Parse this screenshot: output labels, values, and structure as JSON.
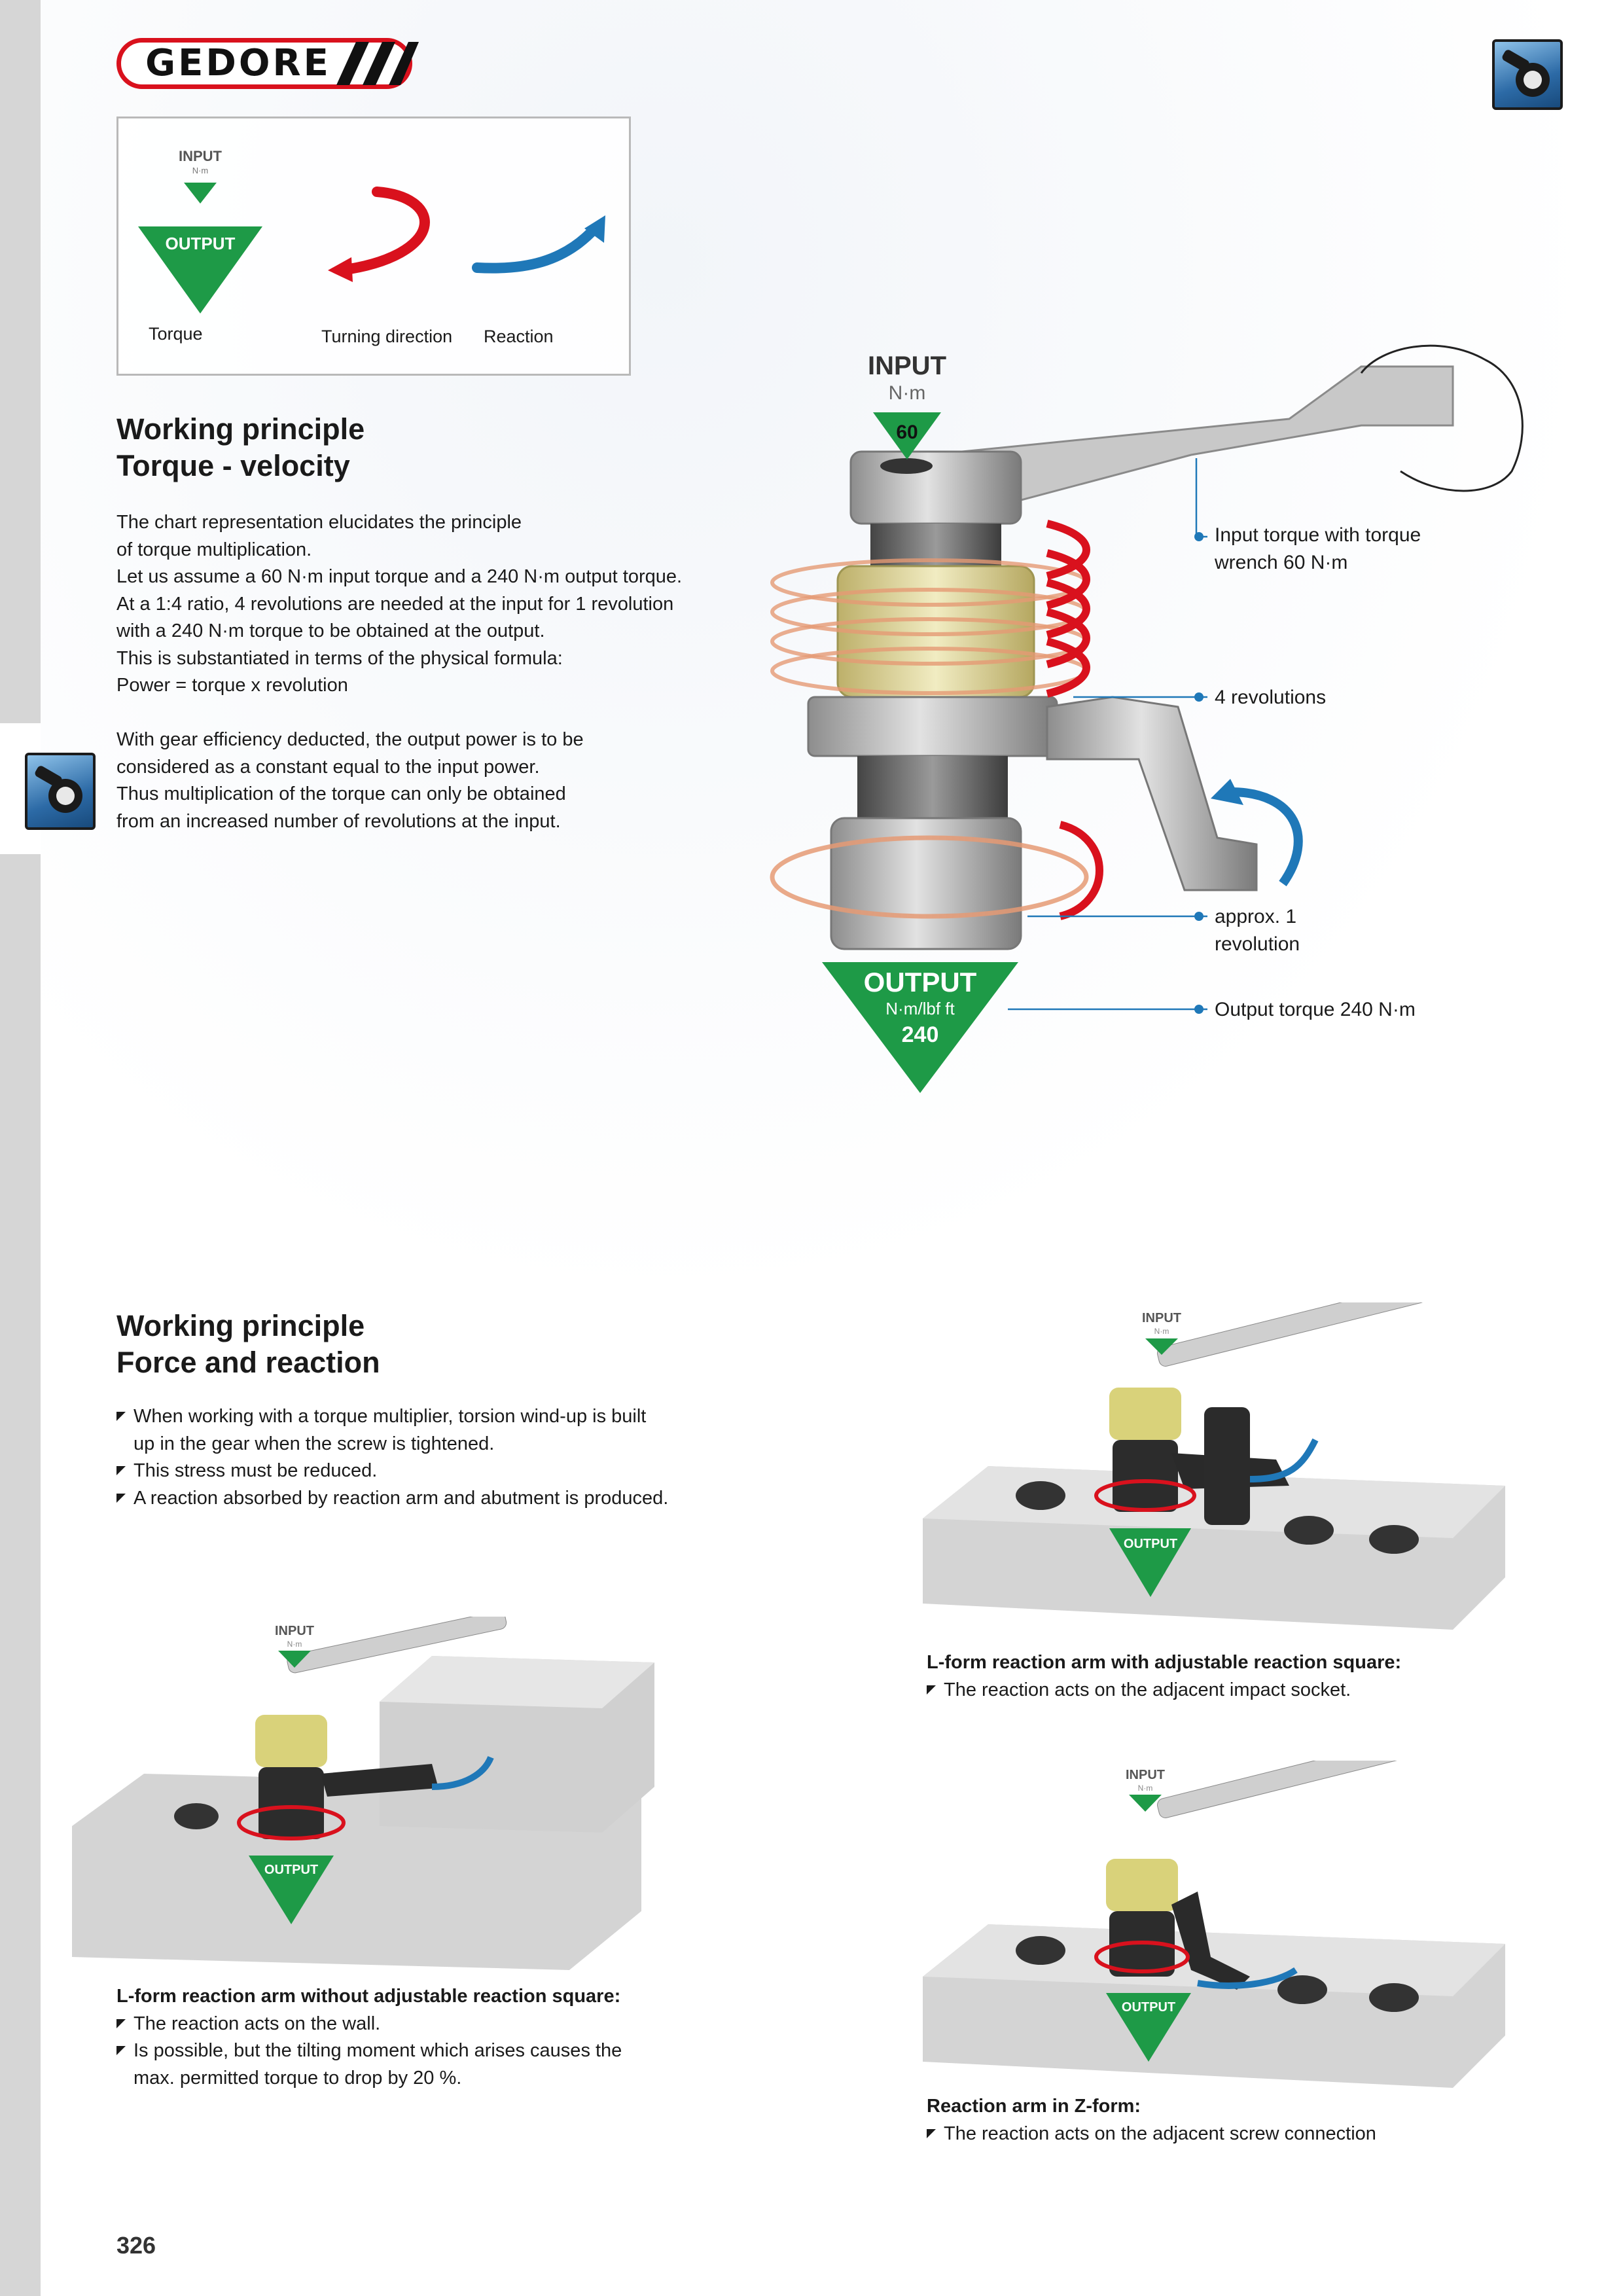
{
  "brand": {
    "logo_text": "GEDORE"
  },
  "legend": {
    "input_label": "INPUT",
    "input_unit": "N·m",
    "output_label": "OUTPUT",
    "torque_label": "Torque",
    "turning_label": "Turning direction",
    "reaction_label": "Reaction"
  },
  "section1": {
    "heading_line1": "Working principle",
    "heading_line2": "Torque - velocity",
    "paragraph1": [
      "The chart representation elucidates the principle",
      "of torque multiplication.",
      "Let us assume a 60 N·m input torque and a 240 N·m output torque.",
      "At a 1:4 ratio, 4 revolutions are needed at the input for 1 revolution",
      "with a 240 N·m torque to be obtained at the output.",
      "This is substantiated in terms of the physical formula:",
      "Power = torque x revolution"
    ],
    "paragraph2": [
      "With gear efficiency deducted, the output power is to be",
      "considered as a constant equal to the input power.",
      "Thus multiplication of the torque can only be obtained",
      "from an increased number of revolutions at the input."
    ]
  },
  "diagram": {
    "input_label": "INPUT",
    "input_unit": "N·m",
    "input_value": "60",
    "output_label": "OUTPUT",
    "output_unit": "N·m/lbf ft",
    "output_value": "240",
    "callout_input_line1": "Input torque with torque",
    "callout_input_line2": "wrench 60 N·m",
    "callout_revs": "4 revolutions",
    "callout_approx_line1": "approx. 1",
    "callout_approx_line2": "revolution",
    "callout_output": "Output torque 240 N·m"
  },
  "section2": {
    "heading_line1": "Working principle",
    "heading_line2": "Force and reaction",
    "bullets": [
      "When working with a torque multiplier, torsion wind-up is built",
      "up in the gear when the screw is tightened.",
      "This stress must be reduced.",
      "A reaction absorbed by reaction arm and abutment is produced."
    ]
  },
  "captions": {
    "lform_adjustable_title": "L-form reaction arm with adjustable reaction square:",
    "lform_adjustable_text": "The reaction acts on the adjacent impact socket.",
    "lform_wall_title": "L-form reaction arm without adjustable reaction square:",
    "lform_wall_text1": "The reaction acts on the wall.",
    "lform_wall_text2a": "Is possible, but the tilting moment which arises causes the",
    "lform_wall_text2b": "max. permitted torque to drop by 20 %.",
    "zform_title": "Reaction arm in Z-form:",
    "zform_text": "The reaction acts on the adjacent screw connection"
  },
  "mini_labels": {
    "input": "INPUT",
    "unit": "N·m",
    "output": "OUTPUT"
  },
  "page": {
    "number": "326"
  },
  "colors": {
    "brand_red": "#d9111d",
    "output_green": "#1e9a47",
    "turning_red": "#d9111d",
    "reaction_blue": "#1f78b8"
  }
}
